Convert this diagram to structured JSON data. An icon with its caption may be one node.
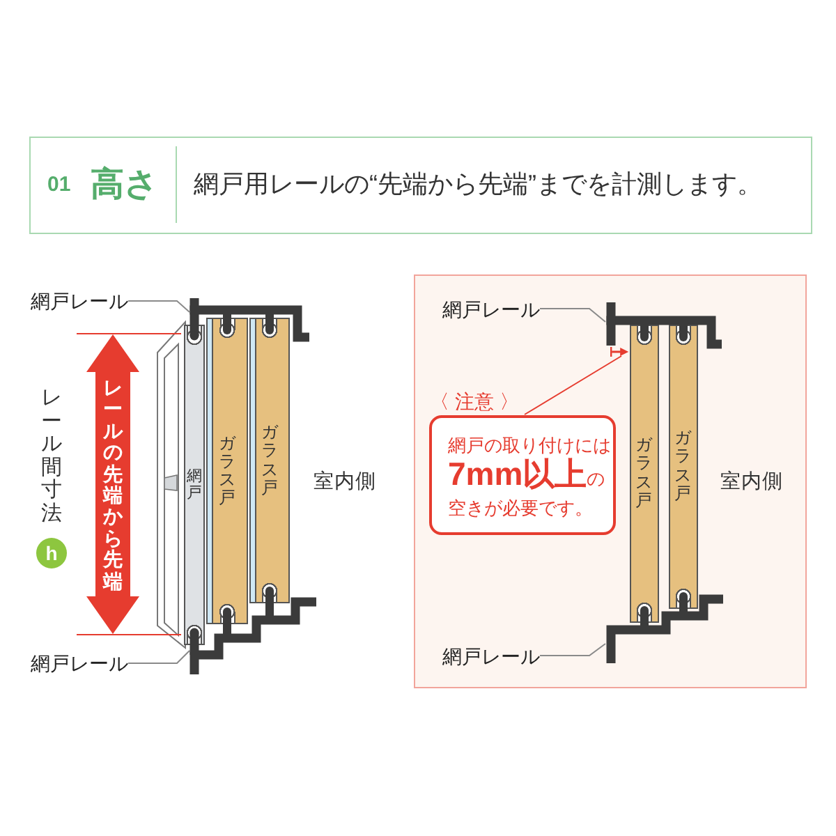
{
  "diagram": {
    "nodes": [
      {
        "text": [
          "01",
          "高さ",
          "網戸用レールの“先端から先端”までを計測します。"
        ]
      },
      {
        "text": [
          "網戸レール"
        ]
      },
      {
        "text": [],
        "shape": "picture"
      },
      {
        "text": [
          "h"
        ]
      },
      {
        "text": [
          "網戸"
        ]
      },
      {
        "text": [
          "ガラス戸"
        ]
      },
      {
        "text": [
          "ガラス戸"
        ]
      },
      {
        "text": [],
        "shape": "picture"
      },
      {
        "text": [
          "網戸レール"
        ]
      },
      {
        "text": [],
        "shape": "box"
      },
      {
        "text": [
          "網戸レール"
        ],
        "in": 9
      },
      {
        "text": [],
        "shape": "picture",
        "in": 9
      },
      {
        "text": [],
        "shape": "picture",
        "in": 9
      },
      {
        "text": [
          "〈 注意 〉",
          "網戸の取り付けには**7mm以上**の空きが必要です。"
        ],
        "in": 9
      },
      {
        "text": [
          "ガラス戸"
        ],
        "in": 9
      },
      {
        "text": [
          "ガラス戸"
        ],
        "in": 9
      },
      {
        "text": [],
        "shape": "picture",
        "in": 9
      },
      {
        "text": [
          "網戸レール"
        ],
        "in": 9
      }
    ],
    "edges": [
      {
        "from": 1,
        "to": 2,
        "arrow": "none"
      },
      {
        "from": 8,
        "to": 7,
        "arrow": "none"
      },
      {
        "from": 10,
        "to": 11,
        "arrow": "none"
      },
      {
        "from": 13,
        "to": 12,
        "arrow": "none",
        "color": "#e63c2f"
      },
      {
        "from": 17,
        "to": 16,
        "arrow": "none"
      }
    ],
    "labels": [
      "レール間寸法",
      "レールの先端から先端",
      "室内側",
      "室内側"
    ]
  }
}
